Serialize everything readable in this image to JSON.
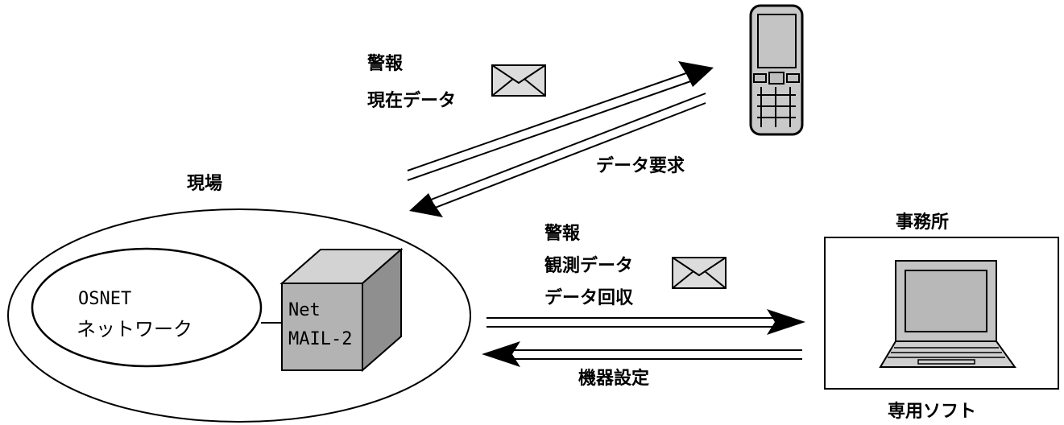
{
  "site": {
    "label": "現場"
  },
  "network": {
    "line1": "OSNET",
    "line2": "ネットワーク"
  },
  "device": {
    "line1": "Net",
    "line2": "MAIL-2"
  },
  "office": {
    "label": "事務所",
    "software_label": "専用ソフト"
  },
  "mobile_link": {
    "send_line1": "警報",
    "send_line2": "現在データ",
    "request": "データ要求"
  },
  "office_link": {
    "send_line1": "警報",
    "send_line2": "観測データ",
    "send_line3": "データ回収",
    "config": "機器設定"
  },
  "icons": [
    "mail-envelope-icon",
    "mobile-phone-icon",
    "laptop-icon"
  ]
}
